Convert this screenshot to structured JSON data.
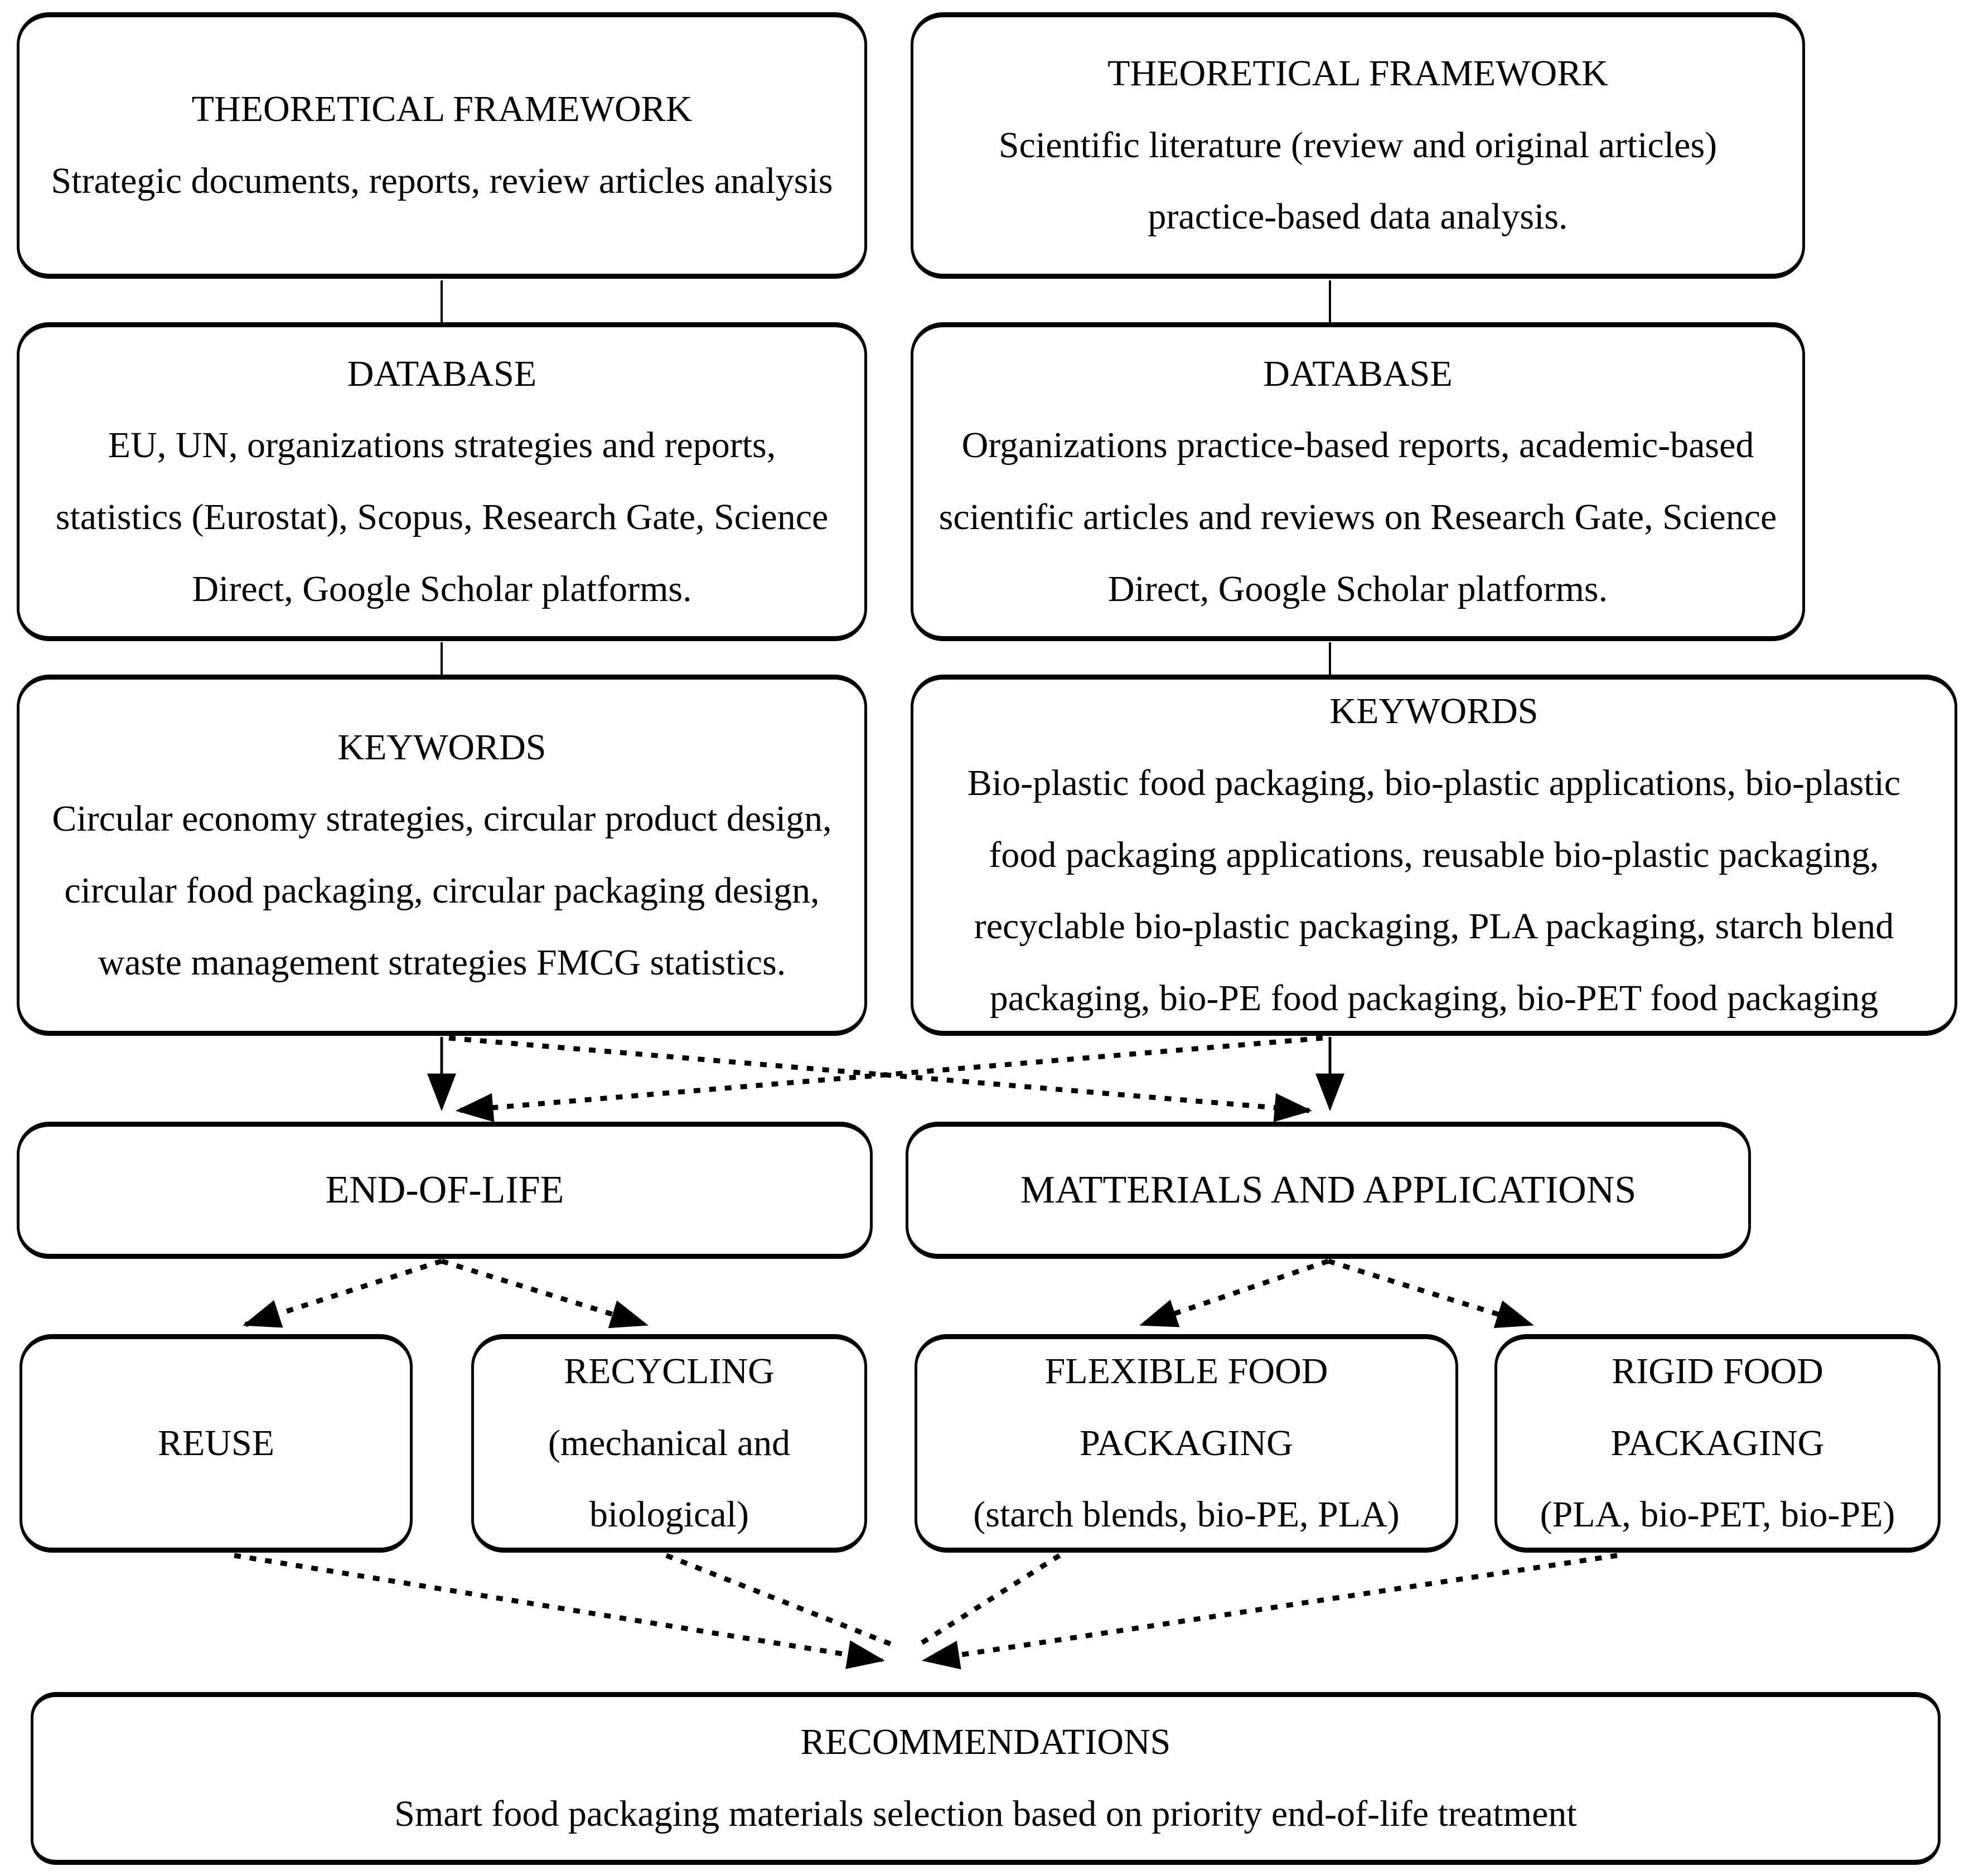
{
  "figure": {
    "background": "#ffffff",
    "ink_color": "#000000",
    "nodes": {
      "tf_left": {
        "title": "THEORETICAL FRAMEWORK",
        "body": "Strategic documents, reports, review articles analysis"
      },
      "tf_right": {
        "title": "THEORETICAL FRAMEWORK",
        "body": "Scientific literature (review and original articles) practice-based data analysis."
      },
      "db_left": {
        "title": "DATABASE",
        "body": "EU, UN, organizations strategies and reports, statistics (Eurostat), Scopus, Research Gate, Science Direct, Google Scholar platforms."
      },
      "db_right": {
        "title": "DATABASE",
        "body": "Organizations practice-based reports, academic-based scientific articles and reviews on Research Gate, Science Direct, Google Scholar platforms."
      },
      "kw_left": {
        "title": "KEYWORDS",
        "body": "Circular economy strategies, circular product design, circular food packaging, circular packaging design, waste management strategies FMCG statistics."
      },
      "kw_right": {
        "title": "KEYWORDS",
        "body": "Bio-plastic food packaging, bio-plastic applications, bio-plastic food packaging applications, reusable bio-plastic packaging, recyclable bio-plastic packaging, PLA packaging, starch blend packaging, bio-PE food packaging, bio-PET food packaging"
      },
      "end_of_life": {
        "title": "END-OF-LIFE"
      },
      "materials": {
        "title": "MATTERIALS AND APPLICATIONS"
      },
      "reuse": {
        "title": "REUSE"
      },
      "recycling": {
        "title": "RECYCLING",
        "body": "(mechanical and biological)"
      },
      "flexible": {
        "title": "FLEXIBLE FOOD PACKAGING",
        "body": "(starch blends, bio-PE, PLA)"
      },
      "rigid": {
        "title": "RIGID FOOD PACKAGING",
        "body": "(PLA, bio-PET, bio-PE)"
      },
      "recommendations": {
        "title": "RECOMMENDATIONS",
        "body": "Smart food packaging materials selection based on priority end-of-life treatment"
      }
    }
  }
}
